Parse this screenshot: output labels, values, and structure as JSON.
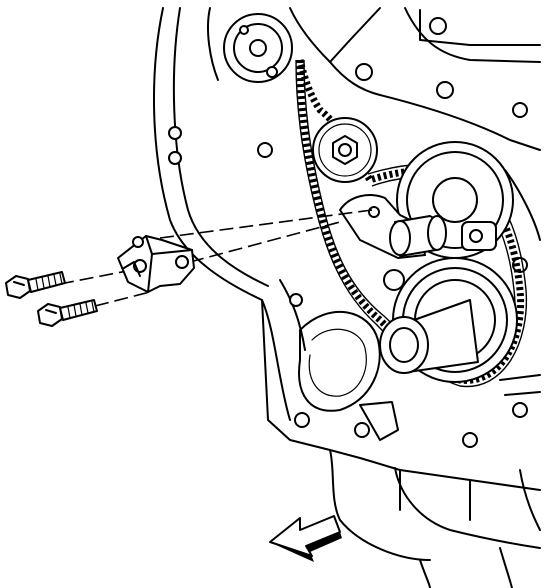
{
  "figure": {
    "style": "black-and-white technical line drawing",
    "components": [
      "engine-front-cover",
      "timing-chain",
      "camshaft-sprocket",
      "idler-sprocket",
      "crankshaft-sprocket",
      "crankshaft-nose",
      "chain-tensioner",
      "tensioner-bolt",
      "tensioner-bolt",
      "view-arrow"
    ],
    "colors": {
      "line": "#000000",
      "background": "#ffffff"
    }
  }
}
